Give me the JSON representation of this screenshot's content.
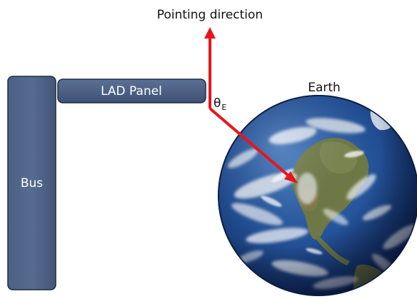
{
  "labels": {
    "pointing_direction": "Pointing direction",
    "lad_panel": "LAD Panel",
    "bus": "Bus",
    "earth": "Earth",
    "theta_symbol": "θ",
    "theta_subscript": "E"
  },
  "colors": {
    "panel_fill": "#4a6083",
    "panel_stroke": "#1f2c3f",
    "arrow": "#e8151b",
    "ocean": "#1f4f96",
    "land": "#6f7a45",
    "cloud": "#f4f6fa",
    "background": "#ffffff"
  }
}
